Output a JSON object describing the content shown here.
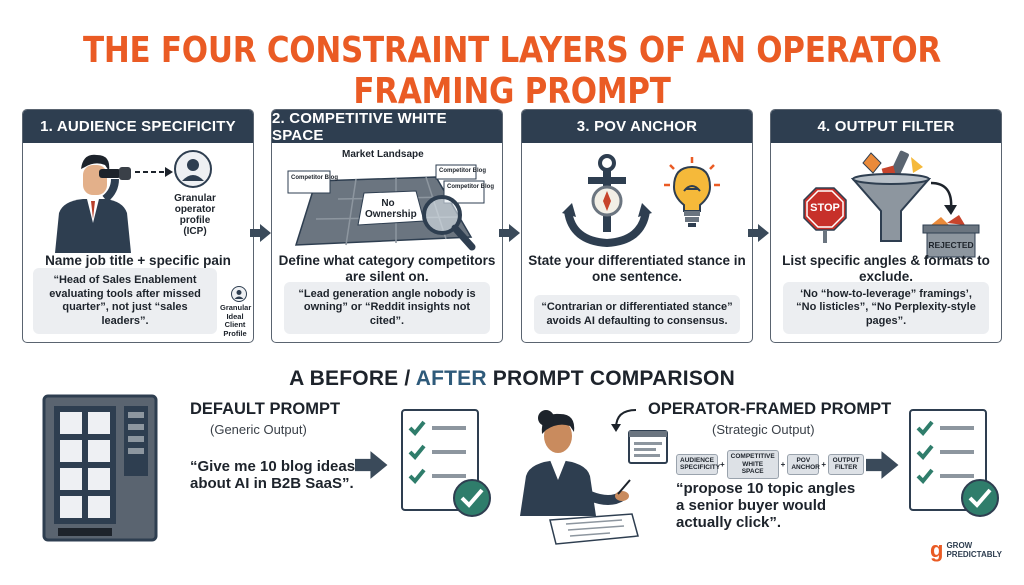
{
  "title": "THE FOUR CONSTRAINT LAYERS OF AN OPERATOR FRAMING PROMPT",
  "panels": [
    {
      "header": "1. AUDIENCE SPECIFICITY",
      "icp_label": "Granular operator profile (ICP)",
      "body": "Name job title + specific pain stage.",
      "quote": "“Head of Sales Enablement evaluating tools after missed quarter”, not just “sales leaders”.",
      "mini_label": "Granular Ideal Client Profile"
    },
    {
      "header": "2. COMPETITIVE WHITE SPACE",
      "market_label": "Market Landsape",
      "blog_tags": [
        "Competitor Blog",
        "Competitor Blog",
        "Competitor Blog"
      ],
      "center_tag": "No Ownership",
      "body": "Define what category competitors are silent on.",
      "quote": "“Lead generation angle nobody is owning” or “Reddit insights not cited”."
    },
    {
      "header": "3. POV ANCHOR",
      "body": "State your differentiated stance in one sentence.",
      "quote": "“Contrarian or differentiated stance” avoids AI defaulting to consensus."
    },
    {
      "header": "4. OUTPUT FILTER",
      "stop_label": "STOP",
      "rejected_label": "REJECTED",
      "body": "List specific angles & formats to exclude.",
      "quote": "‘No “how-to-leverage” framings’, “No listicles”, “No Perplexity-style pages”."
    }
  ],
  "comparison": {
    "title_before": "A BEFORE / ",
    "title_after": "AFTER",
    "title_tail": " PROMPT COMPARISON",
    "default": {
      "title": "DEFAULT PROMPT",
      "subtitle": "(Generic Output)",
      "quote": "“Give me 10 blog ideas about AI in B2B SaaS”."
    },
    "operator": {
      "title": "OPERATOR-FRAMED PROMPT",
      "subtitle": "(Strategic Output)",
      "chips": [
        "AUDIENCE SPECIFICITY",
        "COMPETITIVE WHITE SPACE",
        "POV ANCHOR",
        "OUTPUT FILTER"
      ],
      "quote": "“propose 10 topic angles a senior buyer would actually click”."
    }
  },
  "brand": {
    "mark": "g",
    "line1": "GROW",
    "line2": "PREDICTABLY"
  },
  "colors": {
    "accent": "#ea5b24",
    "header": "#2e3e50",
    "check": "#2f7d6b"
  }
}
